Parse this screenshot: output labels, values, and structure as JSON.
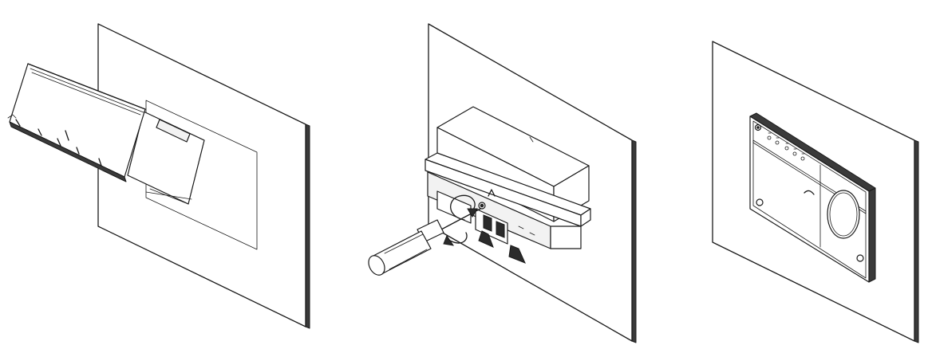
{
  "steps": [
    {
      "icons": [
        "wall-plate",
        "cover-panel",
        "wall-cutout"
      ]
    },
    {
      "icons": [
        "wall-plate",
        "controller-housing",
        "screwdriver-icon",
        "rotate-arrow-icon"
      ]
    },
    {
      "icons": [
        "wall-plate",
        "controller-front",
        "dial-icon",
        "logo-icon"
      ]
    }
  ],
  "colors": {
    "stroke": "#1a1a1a",
    "background": "#ffffff",
    "dark": "#2b2b2b"
  }
}
